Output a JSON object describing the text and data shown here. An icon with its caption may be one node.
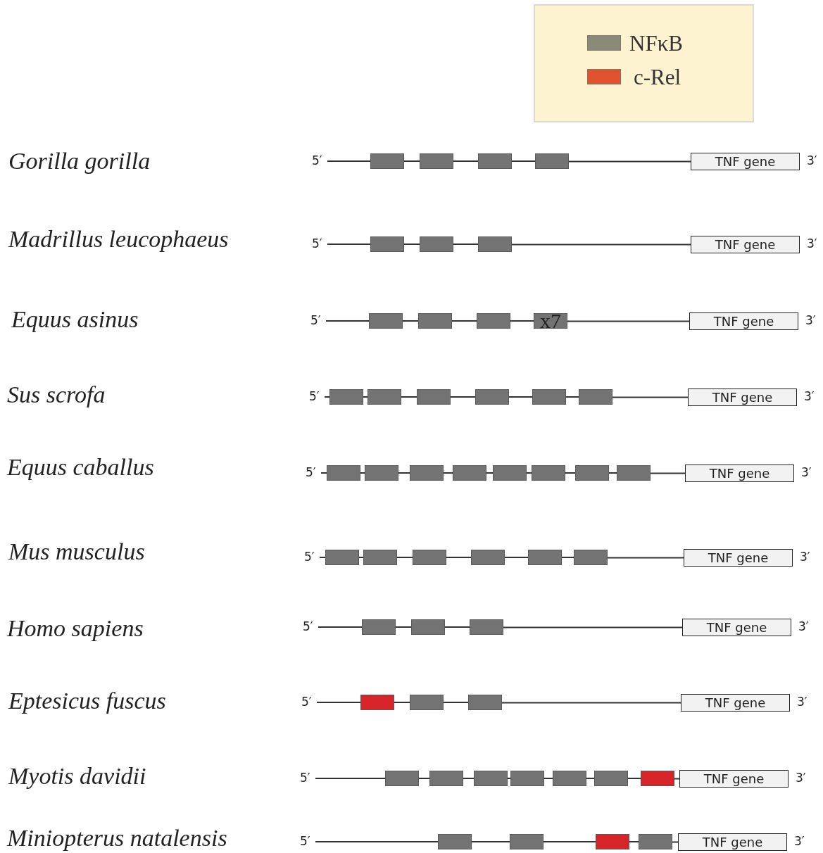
{
  "diagram": {
    "nodes": [
      {
        "text": [
          "5′"
        ]
      },
      {
        "text": [],
        "shape": "box"
      },
      {
        "text": [],
        "shape": "box"
      },
      {
        "text": [],
        "shape": "box"
      },
      {
        "text": [],
        "shape": "box"
      },
      {
        "text": [
          "TNF gene"
        ],
        "beside": [
          "3′"
        ]
      },
      {
        "text": [
          "5′"
        ]
      },
      {
        "text": [],
        "shape": "box"
      },
      {
        "text": [],
        "shape": "box"
      },
      {
        "text": [],
        "shape": "box"
      },
      {
        "text": [
          "TNF gene"
        ],
        "beside": [
          "3′"
        ]
      },
      {
        "text": [
          "5′"
        ]
      },
      {
        "text": [],
        "shape": "box"
      },
      {
        "text": [],
        "shape": "box"
      },
      {
        "text": [],
        "shape": "box"
      },
      {
        "text": [
          "x7"
        ]
      },
      {
        "text": [
          "TNF gene"
        ],
        "beside": [
          "3′"
        ]
      },
      {
        "text": [
          "5′"
        ]
      },
      {
        "text": [],
        "shape": "box"
      },
      {
        "text": [],
        "shape": "box"
      },
      {
        "text": [],
        "shape": "box"
      },
      {
        "text": [],
        "shape": "box"
      },
      {
        "text": [],
        "shape": "box"
      },
      {
        "text": [],
        "shape": "box"
      },
      {
        "text": [
          "TNF gene"
        ],
        "beside": [
          "3′"
        ]
      },
      {
        "text": [
          "5′"
        ]
      },
      {
        "text": [],
        "shape": "box"
      },
      {
        "text": [],
        "shape": "box"
      },
      {
        "text": [],
        "shape": "box"
      },
      {
        "text": [],
        "shape": "box"
      },
      {
        "text": [],
        "shape": "box"
      },
      {
        "text": [],
        "shape": "box"
      },
      {
        "text": [],
        "shape": "box"
      },
      {
        "text": [],
        "shape": "box"
      },
      {
        "text": [
          "TNF gene"
        ],
        "beside": [
          "3′"
        ]
      },
      {
        "text": [
          "5′"
        ]
      },
      {
        "text": [],
        "shape": "box"
      },
      {
        "text": [],
        "shape": "box"
      },
      {
        "text": [],
        "shape": "box"
      },
      {
        "text": [],
        "shape": "box"
      },
      {
        "text": [],
        "shape": "box"
      },
      {
        "text": [],
        "shape": "box"
      },
      {
        "text": [
          "TNF gene"
        ],
        "beside": [
          "3′"
        ]
      },
      {
        "text": [
          "5′"
        ]
      },
      {
        "text": [],
        "shape": "box"
      },
      {
        "text": [],
        "shape": "box"
      },
      {
        "text": [],
        "shape": "box"
      },
      {
        "text": [
          "TNF gene"
        ],
        "beside": [
          "3′"
        ]
      },
      {
        "text": [
          "5′"
        ]
      },
      {
        "text": [],
        "shape": "box"
      },
      {
        "text": [],
        "shape": "box"
      },
      {
        "text": [],
        "shape": "box"
      },
      {
        "text": [
          "TNF gene"
        ],
        "beside": [
          "3′"
        ]
      },
      {
        "text": [
          "5′"
        ]
      },
      {
        "text": [],
        "shape": "box"
      },
      {
        "text": [],
        "shape": "box"
      },
      {
        "text": [],
        "shape": "box"
      },
      {
        "text": [],
        "shape": "box"
      },
      {
        "text": [],
        "shape": "box"
      },
      {
        "text": [],
        "shape": "box"
      },
      {
        "text": [],
        "shape": "box"
      },
      {
        "text": [
          "TNF gene"
        ],
        "beside": [
          "3′"
        ]
      },
      {
        "text": [
          "5′"
        ]
      },
      {
        "text": [],
        "shape": "box"
      },
      {
        "text": [],
        "shape": "box"
      },
      {
        "text": [],
        "shape": "box"
      },
      {
        "text": [],
        "shape": "box"
      },
      {
        "text": [
          "TNF gene"
        ],
        "beside": [
          "3′"
        ]
      }
    ],
    "edges": [
      {
        "from": 0,
        "to": 1,
        "arrow": "none"
      },
      {
        "from": 1,
        "to": 2,
        "arrow": "none"
      },
      {
        "from": 2,
        "to": 3,
        "arrow": "none"
      },
      {
        "from": 3,
        "to": 4,
        "arrow": "none"
      },
      {
        "from": 4,
        "to": 5,
        "arrow": "none"
      },
      {
        "from": 6,
        "to": 7,
        "arrow": "none"
      },
      {
        "from": 7,
        "to": 8,
        "arrow": "none"
      },
      {
        "from": 8,
        "to": 9,
        "arrow": "none"
      },
      {
        "from": 9,
        "to": 10,
        "arrow": "none"
      },
      {
        "from": 11,
        "to": 12,
        "arrow": "none"
      },
      {
        "from": 12,
        "to": 13,
        "arrow": "none"
      },
      {
        "from": 13,
        "to": 14,
        "arrow": "none"
      },
      {
        "from": 14,
        "to": 15,
        "arrow": "none"
      },
      {
        "from": 15,
        "to": 16,
        "arrow": "none"
      },
      {
        "from": 17,
        "to": 18,
        "arrow": "none"
      },
      {
        "from": 18,
        "to": 19,
        "arrow": "none"
      },
      {
        "from": 19,
        "to": 20,
        "arrow": "none"
      },
      {
        "from": 20,
        "to": 21,
        "arrow": "none"
      },
      {
        "from": 21,
        "to": 22,
        "arrow": "none"
      },
      {
        "from": 22,
        "to": 23,
        "arrow": "none"
      },
      {
        "from": 23,
        "to": 24,
        "arrow": "none"
      },
      {
        "from": 25,
        "to": 26,
        "arrow": "none"
      },
      {
        "from": 26,
        "to": 27,
        "arrow": "none"
      },
      {
        "from": 27,
        "to": 28,
        "arrow": "none"
      },
      {
        "from": 28,
        "to": 29,
        "arrow": "none"
      },
      {
        "from": 29,
        "to": 30,
        "arrow": "none"
      },
      {
        "from": 30,
        "to": 31,
        "arrow": "none"
      },
      {
        "from": 31,
        "to": 32,
        "arrow": "none"
      },
      {
        "from": 32,
        "to": 33,
        "arrow": "none"
      },
      {
        "from": 33,
        "to": 34,
        "arrow": "none"
      },
      {
        "from": 35,
        "to": 36,
        "arrow": "none"
      },
      {
        "from": 36,
        "to": 37,
        "arrow": "none"
      },
      {
        "from": 37,
        "to": 38,
        "arrow": "none"
      },
      {
        "from": 38,
        "to": 39,
        "arrow": "none"
      },
      {
        "from": 39,
        "to": 40,
        "arrow": "none"
      },
      {
        "from": 40,
        "to": 41,
        "arrow": "none"
      },
      {
        "from": 41,
        "to": 42,
        "arrow": "none"
      },
      {
        "from": 43,
        "to": 44,
        "arrow": "none"
      },
      {
        "from": 44,
        "to": 45,
        "arrow": "none"
      },
      {
        "from": 45,
        "to": 46,
        "arrow": "none"
      },
      {
        "from": 46,
        "to": 47,
        "arrow": "none"
      },
      {
        "from": 48,
        "to": 49,
        "arrow": "none"
      },
      {
        "from": 49,
        "to": 50,
        "arrow": "none"
      },
      {
        "from": 50,
        "to": 51,
        "arrow": "none"
      },
      {
        "from": 51,
        "to": 52,
        "arrow": "none"
      },
      {
        "from": 53,
        "to": 54,
        "arrow": "none"
      },
      {
        "from": 54,
        "to": 55,
        "arrow": "none"
      },
      {
        "from": 55,
        "to": 56,
        "arrow": "none"
      },
      {
        "from": 56,
        "to": 57,
        "arrow": "none"
      },
      {
        "from": 57,
        "to": 58,
        "arrow": "none"
      },
      {
        "from": 58,
        "to": 59,
        "arrow": "none"
      },
      {
        "from": 59,
        "to": 60,
        "arrow": "none"
      },
      {
        "from": 60,
        "to": 61,
        "arrow": "none"
      },
      {
        "from": 62,
        "to": 63,
        "arrow": "none"
      },
      {
        "from": 63,
        "to": 64,
        "arrow": "none"
      },
      {
        "from": 64,
        "to": 65,
        "arrow": "none"
      },
      {
        "from": 65,
        "to": 66,
        "arrow": "none"
      },
      {
        "from": 66,
        "to": 67,
        "arrow": "none"
      }
    ],
    "labels": [
      "Gorilla gorilla",
      "Madrillus leucophaeus",
      "Equus asinus",
      "Sus scrofa",
      "Equus caballus",
      "Mus musculus",
      "Homo sapiens",
      "Eptesicus fuscus",
      "Myotis davidii",
      "Miniopterus natalensis"
    ],
    "legend": [
      {
        "text": "NFκB",
        "color": "#8b8a76"
      },
      {
        "text": "c-Rel",
        "color": "#e0522e"
      }
    ]
  }
}
